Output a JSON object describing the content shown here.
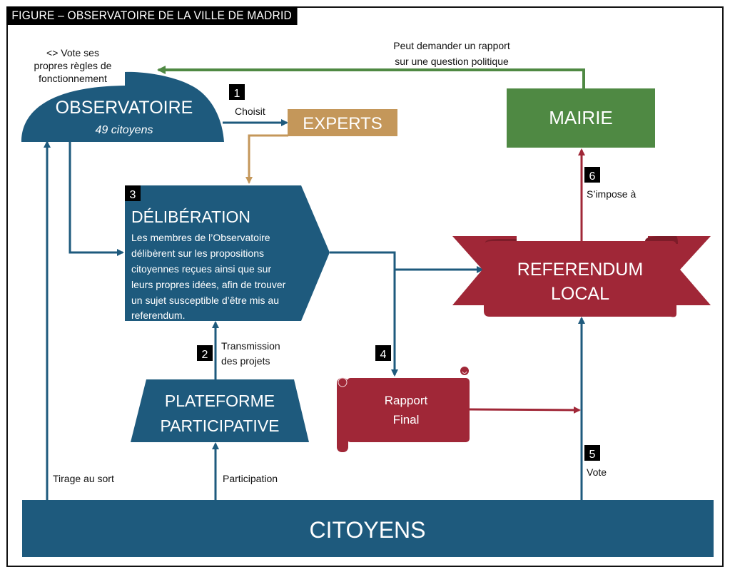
{
  "title": "FIGURE –  OBSERVATOIRE DE LA VILLE DE MADRID",
  "colors": {
    "blue": "#1e5a7d",
    "gold": "#c4975a",
    "green": "#4f8943",
    "red": "#a02737",
    "dark_red": "#7d1c29"
  },
  "nodes": {
    "observatoire": {
      "title": "OBSERVATOIRE",
      "subtitle": "49 citoyens",
      "note_lines": [
        "<> Vote ses",
        "propres règles de",
        "fonctionnement"
      ]
    },
    "experts": {
      "title": "EXPERTS"
    },
    "mairie": {
      "title": "MAIRIE"
    },
    "deliberation": {
      "step": "3",
      "title": "DÉLIBÉRATION",
      "body_lines": [
        "Les membres de l’Observatoire",
        "délibèrent sur les propositions",
        "citoyennes reçues ainsi que sur",
        "leurs propres idées, afin de trouver",
        "un sujet susceptible d’être mis au",
        "referendum."
      ]
    },
    "referendum": {
      "title_lines": [
        "REFERENDUM",
        "LOCAL"
      ]
    },
    "plateforme": {
      "title_lines": [
        "PLATEFORME",
        "PARTICIPATIVE"
      ]
    },
    "rapport": {
      "title_lines": [
        "Rapport",
        "Final"
      ]
    },
    "citoyens": {
      "title": "CITOYENS"
    }
  },
  "edges": {
    "mairie_to_observatoire": {
      "label_lines": [
        "Peut demander un rapport",
        "sur une question politique"
      ]
    },
    "observatoire_to_experts": {
      "step": "1",
      "label": "Choisit"
    },
    "plateforme_to_deliberation": {
      "step": "2",
      "label_lines": [
        "Transmission",
        "des projets"
      ]
    },
    "deliberation_to_rapport": {
      "step": "4"
    },
    "citoyens_to_referendum": {
      "step": "5",
      "label": "Vote"
    },
    "referendum_to_mairie": {
      "step": "6",
      "label": "S’impose à"
    },
    "citoyens_to_observatoire": {
      "label": "Tirage au sort"
    },
    "citoyens_to_plateforme": {
      "label": "Participation"
    }
  }
}
